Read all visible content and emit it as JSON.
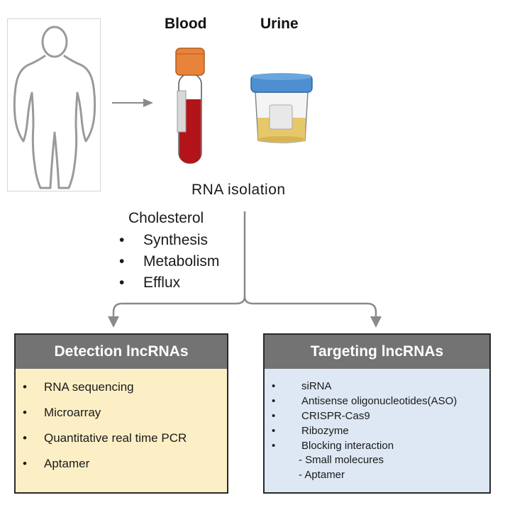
{
  "header": {
    "blood_label": "Blood",
    "urine_label": "Urine"
  },
  "rna_isolation": "RNA  isolation",
  "cholesterol": {
    "title": "Cholesterol",
    "items": [
      "Synthesis",
      "Metabolism",
      "Efflux"
    ]
  },
  "detection": {
    "title": "Detection lncRNAs",
    "items": [
      "RNA sequencing",
      "Microarray",
      "Quantitative  real time PCR",
      "Aptamer"
    ]
  },
  "targeting": {
    "title": "Targeting lncRNAs",
    "items": [
      "siRNA",
      "Antisense oligonucleotides(ASO)",
      "CRISPR-Cas9",
      "Ribozyme",
      "Blocking interaction"
    ],
    "sub_items": [
      "- Small molecures",
      "- Aptamer"
    ]
  },
  "bullet": "•",
  "colors": {
    "blood": "#b3141a",
    "tube_cap": "#e8833a",
    "cup_lid": "#4d8fd0",
    "urine": "#e6c76a",
    "panel_header": "#737373",
    "detection_bg": "#fcefc5",
    "targeting_bg": "#dde8f4",
    "arrow": "#8a8a8a"
  }
}
